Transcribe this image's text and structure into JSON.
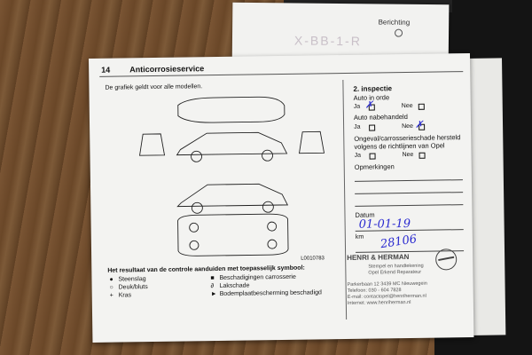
{
  "back_paper": {
    "tab_label": "Berichting",
    "faint_text": "X-BB-1-R"
  },
  "page": {
    "number": "14",
    "title": "Anticorrosieservice",
    "note": "De grafiek geldt voor alle modellen.",
    "diagram_code": "L0010783"
  },
  "legend": {
    "title": "Het resultaat van de controle aanduiden met toepasselijk symbool:",
    "items": [
      {
        "symbol": "●",
        "label": "Steenslag"
      },
      {
        "symbol": "○",
        "label": "Deuk/bluts"
      },
      {
        "symbol": "+",
        "label": "Kras"
      },
      {
        "symbol": "■",
        "label": "Beschadigingen carrosserie"
      },
      {
        "symbol": "∂",
        "label": "Lakschade"
      },
      {
        "symbol": "►",
        "label": "Bodemplaatbescherming beschadigd"
      }
    ]
  },
  "inspection": {
    "heading": "2. inspectie",
    "q1": "Auto in orde",
    "q2": "Auto nabehandeld",
    "q3a": "Ongeval/carrosserieschade hersteld",
    "q3b": "volgens de richtlijnen van Opel",
    "yes": "Ja",
    "no": "Nee",
    "remarks": "Opmerkingen",
    "date_label": "Datum",
    "km_label": "km",
    "date_value": "01-01-19",
    "km_value": "28106",
    "mark": "✗"
  },
  "stamp": {
    "company": "HENRI & HERMAN",
    "line1": "Stempel en handtekening",
    "line2": "Opel Erkend Reparateur",
    "addr1": "Parkerbaan 12  3439 MC  Nieuwegein",
    "addr2": "Telefoon: 030 - 604 7828",
    "addr3": "E-mail: contactopel@henriherman.nl",
    "addr4": "Internet: www.henriherman.nl"
  }
}
